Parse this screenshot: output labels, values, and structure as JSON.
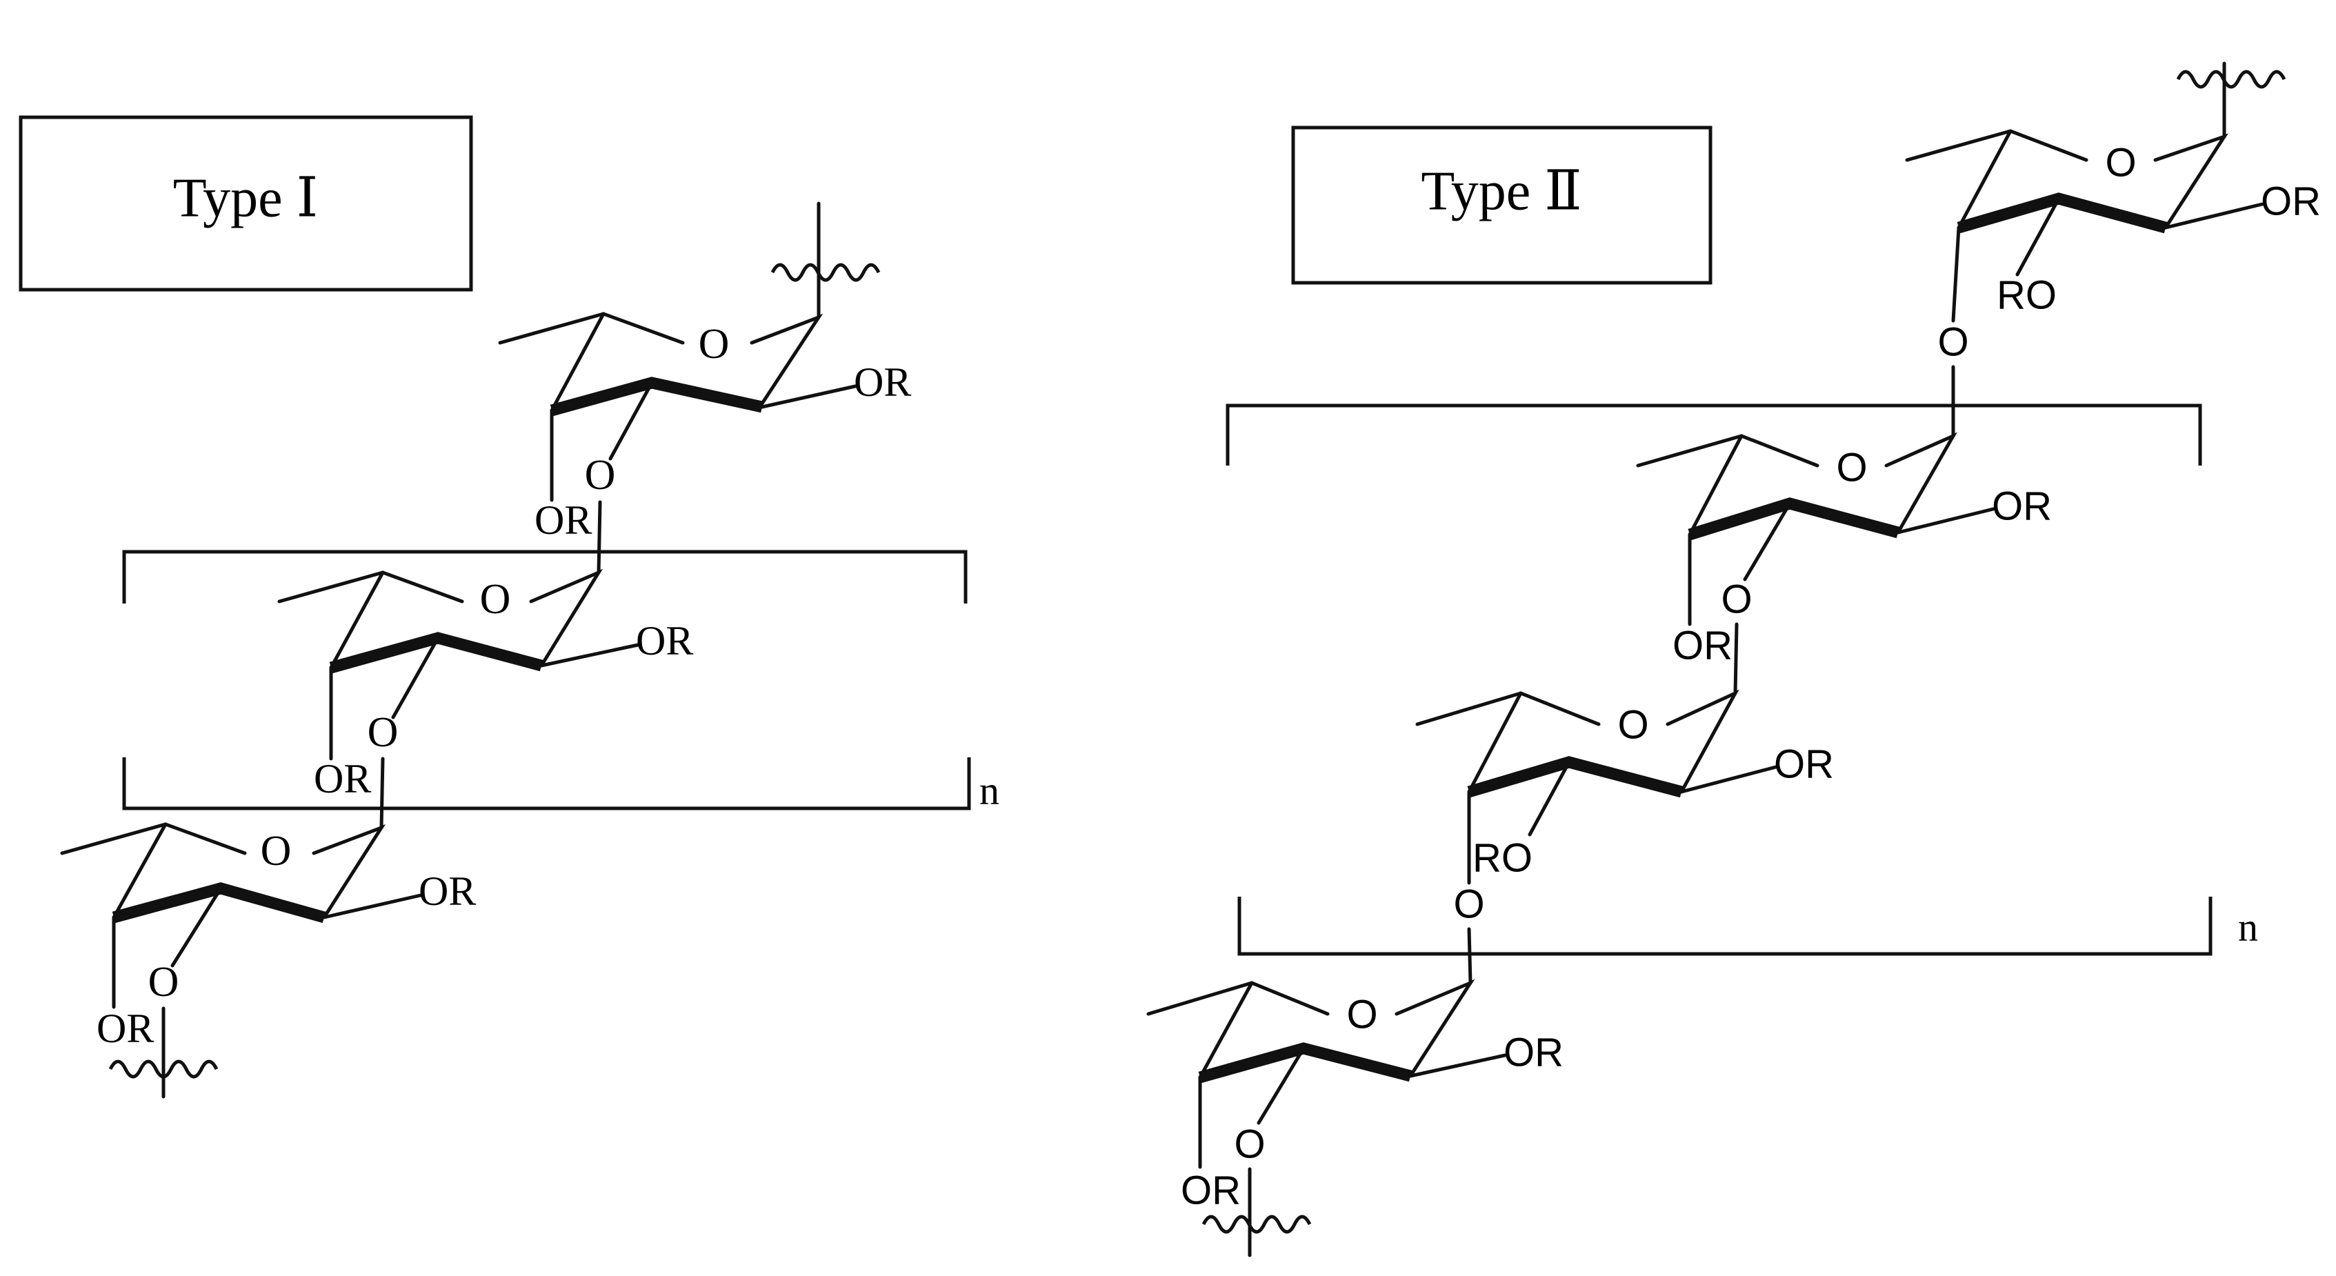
{
  "type1": {
    "title": "Type Ⅰ",
    "repeat_index": "n",
    "rings": [
      {
        "ring_oxygen": "O",
        "substituent_c2": "OR",
        "substituent_c4": "OR",
        "glycosidic_oxygen": "O"
      },
      {
        "ring_oxygen": "O",
        "substituent_c2": "OR",
        "substituent_c4": "OR",
        "glycosidic_oxygen": "O"
      },
      {
        "ring_oxygen": "O",
        "substituent_c2": "OR",
        "substituent_c4": "OR",
        "glycosidic_oxygen": "O"
      }
    ]
  },
  "type2": {
    "title": "Type Ⅱ",
    "repeat_index": "n",
    "rings": [
      {
        "ring_oxygen": "O",
        "substituent_c2": "OR",
        "substituent_c4": "RO",
        "glycosidic_oxygen": "O"
      },
      {
        "ring_oxygen": "O",
        "substituent_c2": "OR",
        "substituent_c4": "OR",
        "glycosidic_oxygen": "O"
      },
      {
        "ring_oxygen": "O",
        "substituent_c2": "OR",
        "substituent_c4": "RO",
        "glycosidic_oxygen": "O"
      },
      {
        "ring_oxygen": "O",
        "substituent_c2": "OR",
        "substituent_c4": "OR",
        "glycosidic_oxygen": "O"
      }
    ]
  }
}
